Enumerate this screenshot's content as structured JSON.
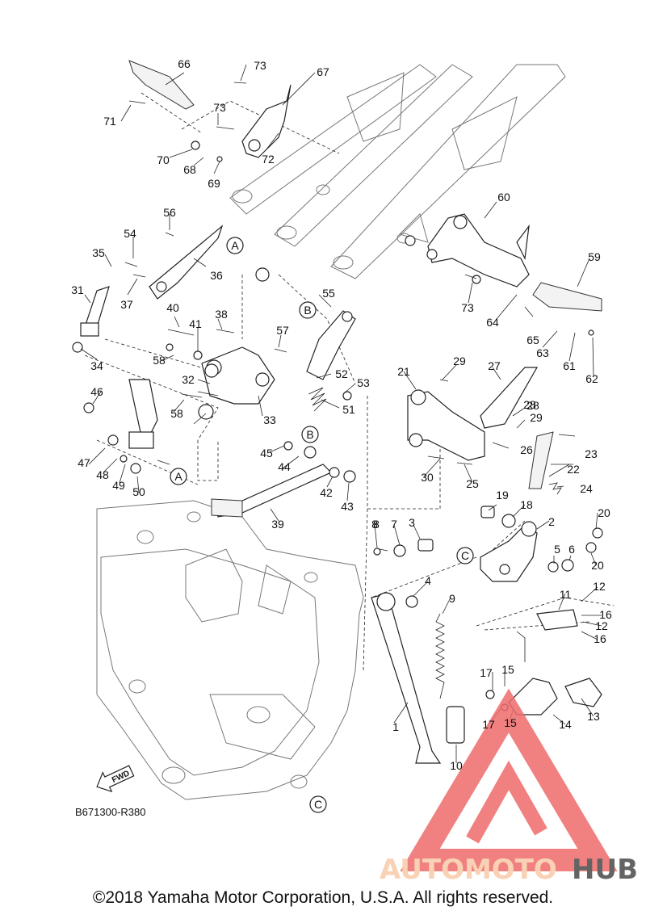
{
  "diagram_ref": "B671300-R380",
  "fwd_label": "FWD",
  "copyright": "©2018 Yamaha Motor Corporation, U.S.A. All rights reserved.",
  "watermark": {
    "part1": "AUTOMOTO",
    "part2": "HUB",
    "color_light": "#f8c9a8",
    "color_red": "#ef6a6a",
    "color_dark": "#4a4a4a"
  },
  "ref_markers": [
    "A",
    "B",
    "C"
  ],
  "part_numbers": [
    "1",
    "2",
    "3",
    "4",
    "5",
    "6",
    "7",
    "8",
    "9",
    "10",
    "11",
    "12",
    "13",
    "14",
    "15",
    "16",
    "17",
    "18",
    "19",
    "20",
    "21",
    "22",
    "23",
    "24",
    "25",
    "26",
    "27",
    "28",
    "29",
    "30",
    "31",
    "32",
    "33",
    "34",
    "35",
    "36",
    "37",
    "38",
    "39",
    "40",
    "41",
    "42",
    "43",
    "44",
    "45",
    "46",
    "47",
    "48",
    "49",
    "50",
    "51",
    "52",
    "53",
    "54",
    "55",
    "56",
    "57",
    "58",
    "59",
    "60",
    "61",
    "62",
    "63",
    "64",
    "65",
    "66",
    "67",
    "68",
    "69",
    "70",
    "71",
    "72",
    "73"
  ]
}
